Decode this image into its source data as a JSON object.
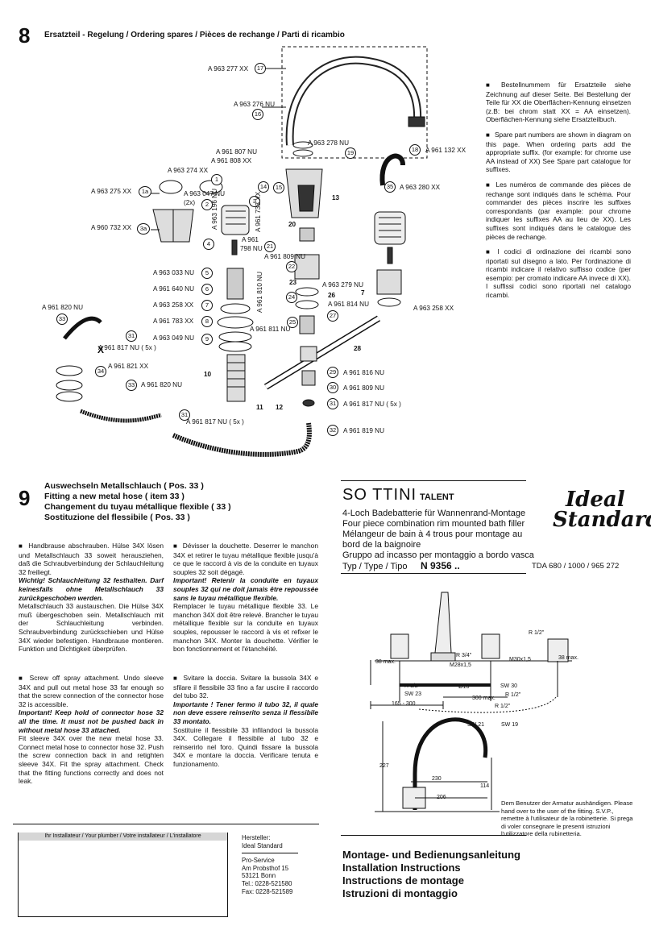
{
  "section8": {
    "number": "8",
    "header": "Ersatzteil - Regelung  /  Ordering spares  /  Pièces de rechange   /  Parti di ricambio"
  },
  "parts": [
    {
      "code": "A 963 277 XX",
      "num": "17"
    },
    {
      "code": "A 963 276 NU",
      "num": "16"
    },
    {
      "code": "A 963 278 NU",
      "num": "19"
    },
    {
      "code": "A 961 132 XX",
      "num": "18"
    },
    {
      "code": "A 961 807 NU",
      "num": ""
    },
    {
      "code": "A 961 808 XX",
      "num": "15"
    },
    {
      "code": "A 963 274 XX",
      "num": "1"
    },
    {
      "code": "A 963 275 XX",
      "num": "1a"
    },
    {
      "code": "A 963 047 NU",
      "num": "2"
    },
    {
      "code": "(2x)",
      "num": ""
    },
    {
      "code": "A 960 732 XX",
      "num": "3a"
    },
    {
      "code": "A 963 196 NU",
      "num": ""
    },
    {
      "code": "A 961 733 XX",
      "num": "14"
    },
    {
      "code": "A 963 280 XX",
      "num": "35"
    },
    {
      "code": "A 961",
      "num": ""
    },
    {
      "code": "798 NU",
      "num": "21"
    },
    {
      "code": "A 961 809 NU",
      "num": "22"
    },
    {
      "code": "A 963 033 NU",
      "num": "5"
    },
    {
      "code": "A 961 640 NU",
      "num": "6"
    },
    {
      "code": "A 963 279 NU",
      "num": ""
    },
    {
      "code": "A 961 810 NU",
      "num": ""
    },
    {
      "code": "A 963 258 XX",
      "num": "7"
    },
    {
      "code": "A 961 814 NU",
      "num": ""
    },
    {
      "code": "A 963 258 XX",
      "num": ""
    },
    {
      "code": "A 961 820 NU",
      "num": "33"
    },
    {
      "code": "A 961 783 XX",
      "num": "8"
    },
    {
      "code": "A 961 811 NU",
      "num": "25"
    },
    {
      "code": "A 963 049 NU",
      "num": "9"
    },
    {
      "code": "A 961 817 NU ( 5x )",
      "num": "31"
    },
    {
      "code": "A 961 821 XX",
      "num": "34"
    },
    {
      "code": "A 961 816 NU",
      "num": "29"
    },
    {
      "code": "A 961 820 NU",
      "num": "33"
    },
    {
      "code": "A 961 809 NU",
      "num": "30"
    },
    {
      "code": "A 961 817 NU ( 5x )",
      "num": "31"
    },
    {
      "code": "A 961 817 NU ( 5x )",
      "num": "31"
    },
    {
      "code": "A 961 819 NU",
      "num": "32"
    }
  ],
  "loose_numbers": [
    "13",
    "20",
    "23",
    "24",
    "26",
    "7",
    "27",
    "28",
    "10",
    "11",
    "12",
    "4"
  ],
  "spares_notes": {
    "de": "Bestellnummern für Ersatzteile siehe Zeichnung auf dieser Seite. Bei Bestellung der Teile für XX die Oberflächen-Kennung einsetzen (z.B: bei chrom statt XX = AA einsetzen). Oberflächen-Kennung siehe Ersatzteilbuch.",
    "en": "Spare part numbers are shown in diagram on this page. When ordering parts add the appropriate suffix. (for example: for chrome use AA instead of XX) See Spare part catalogue for suffixes.",
    "fr": "Les numéros de commande des pièces de rechange sont indiqués dans le schéma. Pour commander des pièces inscrire les suffixes correspondants (par example: pour chrome indiquer les suffixes AA au lieu de XX). Les suffixes sont indiqués dans le catalogue des pièces de rechange.",
    "it": "I codici di ordinazione dei ricambi sono riportati sul disegno a lato. Per l'ordinazione di ricambi indicare il relativo suffisso codice (per esempio: per cromato indicare AA invece di XX). I suffissi codici sono riportati nel catalogo ricambi."
  },
  "section9": {
    "number": "9",
    "titles": [
      "Auswechseln Metallschlauch ( Pos. 33 )",
      "Fitting a new metal hose ( item 33 )",
      "Changement du tuyau métallique flexible ( 33 )",
      "Sostituzione del flessibile ( Pos. 33 )"
    ]
  },
  "instr": {
    "de_a": "Handbrause abschrauben. Hülse 34X lösen und Metallschlauch 33 soweit herausziehen, daß die Schraubverbindung der Schlauchleitung 32 freiliegt.",
    "de_b": "Wichtig! Schlauchleitung 32 festhalten. Darf keinesfalls ohne Metallschlauch 33 zurückgeschoben werden.",
    "de_c": "Metallschlauch 33 austauschen. Die Hülse 34X muß übergeschoben sein. Metallschlauch mit der Schlauchleitung verbinden. Schraubverbindung zurückschieben und Hülse 34X wieder befestigen. Handbrause montieren. Funktion und Dichtigkeit überprüfen.",
    "fr_a": "Dévisser la douchette. Deserrer le manchon 34X et retirer le tuyau métallique flexible jusqu'à ce que le raccord à vis de la conduite en tuyaux souples 32 soit dégagé.",
    "fr_b": "Important!   Retenir la conduite en tuyaux souples 32 qui ne doit jamais être repoussée sans le tuyau métallique flexible.",
    "fr_c": "Remplacer le tuyau métallique flexible 33. Le manchon 34X doit être relevé. Brancher le tuyau métallique flexible sur la conduite en tuyaux souples, repousser le raccord à vis et refixer le manchon 34X. Monter la douchette. Vérifier le bon fonctionnement et l'étanchéité.",
    "en_a": "Screw off spray attachment. Undo sleeve 34X and pull out metal hose 33 far enough so that the screw connection of the connector hose 32 is accessible.",
    "en_b": "Important! Keep hold of connector hose 32 all the time. It must not be pushed back in without metal hose 33 attached.",
    "en_c": "Fit sleeve 34X over the new metal hose 33. Connect metal hose to connector hose 32. Push the screw connection back in and retighten sleeve 34X. Fit the spray attachment. Check that the fitting functions correctly and does not leak.",
    "it_a": "Svitare la doccia. Svitare la bussola 34X e sfilare il flessibile 33 fino a far uscire il raccordo del tubo 32.",
    "it_b": "Importante ! Tener fermo il tubo 32, il quale non deve essere reinserito senza il flessibile 33 montato.",
    "it_c": "Sostituire il flessibile 33 infilandoci la bussola 34X. Collegare il flessibile al tubo 32 e reinserirlo nel foro. Quindi fissare la bussola 34X e montare la doccia. Verificare tenuta e funzionamento."
  },
  "product": {
    "brand_line": "SO TTINI",
    "model": "TALENT",
    "desc": [
      "4-Loch Badebatterie für Wannenrand-Montage",
      "Four piece combination rim mounted bath filler",
      "Mélangeur de bain à 4 trous pour montage au",
      "bord de la baignoire",
      "Gruppo ad incasso per montaggio a bordo vasca"
    ],
    "type_label": "Typ / Type / Tipo",
    "type_value": "N 9356 ..",
    "tda": "TDA 680 / 1000 / 965 272",
    "logo_line1": "Ideal",
    "logo_line2": "Standard"
  },
  "dims": {
    "d38a": "38 max.",
    "r34": "R 3/4\"",
    "m28": "M28x1,5",
    "r12a": "R 1/2\"",
    "m30": "M30x1,5",
    "d38b": "38 max.",
    "r12b": "R 1/2\"",
    "sw23": "SW 23",
    "d16": "Ø16",
    "sw30": "SW 30",
    "r12c": "R 1/2\"",
    "d165": "165 - 300",
    "d300": "300 max.",
    "r12d": "R 1/2\"",
    "sw21": "SW 21",
    "sw19": "SW 19",
    "d227": "227",
    "d230": "230",
    "d114": "114",
    "d206": "206"
  },
  "handover_note": "Dem Benutzer der Armatur aushändigen. Please hand over to the user of the fitting. S.V.P., remettre à l'utilisateur de la robinetterie. Si prega di voler consegnare le presenti istruzioni l'utilizzatore della rubinetteria.",
  "installer_box_label": "Ihr Installateur  /  Your plumber  /  Votre installateur  /  L'installatore",
  "maker": {
    "l1": "Hersteller:",
    "l2": "Ideal Standard",
    "l3": "Pro-Service",
    "l4": "Am Probsthof 15",
    "l5": "53121 Bonn",
    "l6": "Tel.: 0228-521580",
    "l7": "Fax: 0228-521589"
  },
  "manual_titles": [
    "Montage- und Bedienungsanleitung",
    "Installation Instructions",
    "Instructions de montage",
    "Istruzioni di montaggio"
  ]
}
